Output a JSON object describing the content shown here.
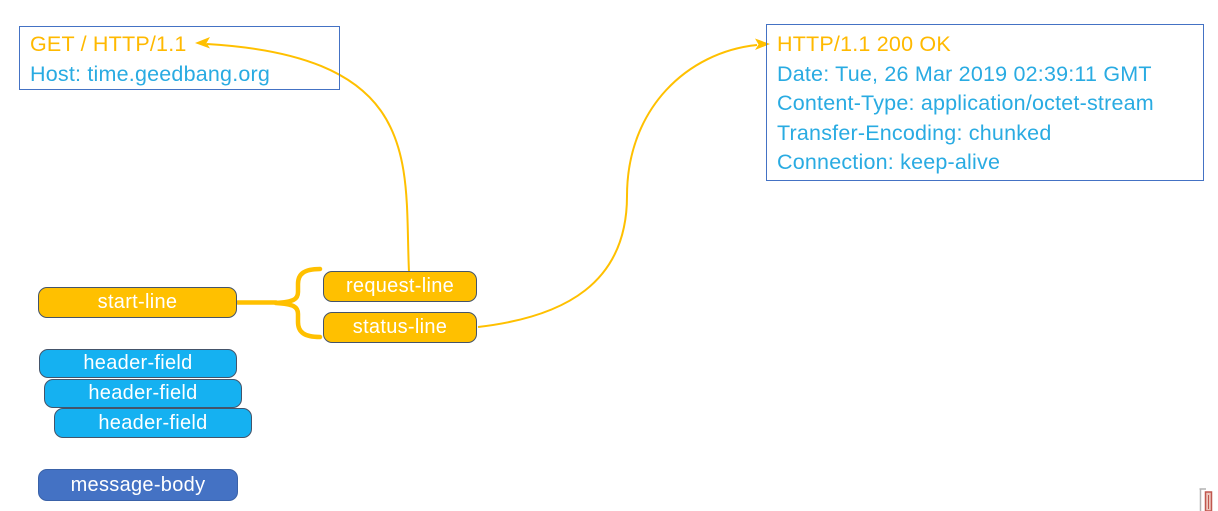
{
  "request_example": {
    "request_line": "GET / HTTP/1.1",
    "host_header": "Host: time.geedbang.org"
  },
  "response_example": {
    "status_line": "HTTP/1.1 200 OK",
    "headers": [
      "Date: Tue, 26 Mar 2019 02:39:11 GMT",
      "Content-Type: application/octet-stream",
      "Transfer-Encoding: chunked",
      "Connection: keep-alive"
    ]
  },
  "nodes": {
    "start_line": "start-line",
    "request_line": "request-line",
    "status_line": "status-line",
    "header_fields": [
      "header-field",
      "header-field",
      "header-field"
    ],
    "message_body": "message-body"
  },
  "colors": {
    "accent_orange": "#FFC000",
    "text_orange": "#FFB900",
    "text_blue": "#29ABE2",
    "fill_cyan": "#15B1F1",
    "fill_blue": "#4472C4",
    "pill_outline": "#44546A",
    "box_border": "#4472C4"
  }
}
